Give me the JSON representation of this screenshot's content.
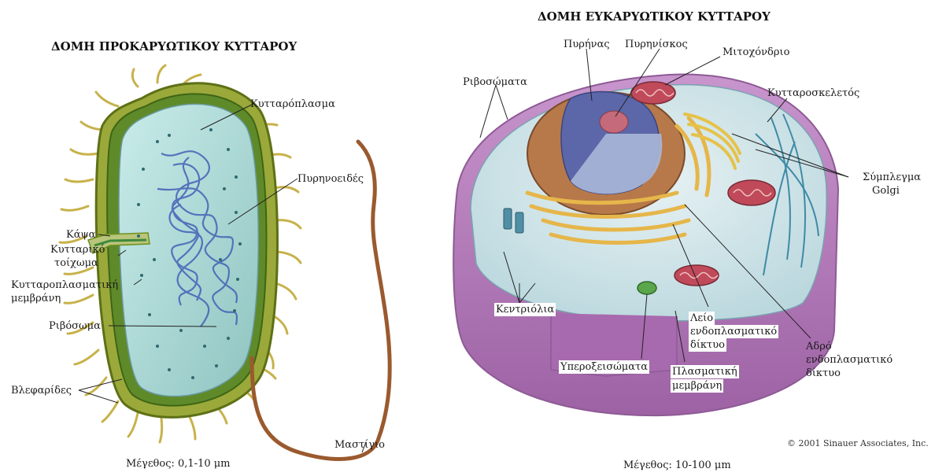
{
  "prokaryote": {
    "title": "ΔΟΜΗ ΠΡΟΚΑΡΥΩΤΙΚΟΥ ΚΥΤΤΑΡΟΥ",
    "labels": {
      "cytoplasm": "Κυτταρόπλασμα",
      "nucleoid": "Πυρηνοειδές",
      "capsule": "Κάψα",
      "cell_wall_1": "Κυτταρικό",
      "cell_wall_2": "τοίχωμα",
      "membrane_1": "Κυτταροπλασματική",
      "membrane_2": "μεμβράνη",
      "ribosome": "Ριβόσωμα",
      "pili": "Βλεφαρίδες",
      "flagellum": "Μαστίγιο"
    },
    "size": "Μέγεθος: 0,1-10 μm"
  },
  "eukaryote": {
    "title": "ΔΟΜΗ ΕΥΚΑΡΥΩΤΙΚΟΥ ΚΥΤΤΑΡΟΥ",
    "labels": {
      "nucleus": "Πυρήνας",
      "nucleolus": "Πυρηνίσκος",
      "mitochondrion": "Μιτοχόνδριο",
      "ribosomes": "Ριβοσώματα",
      "cytoskeleton": "Κυτταροσκελετός",
      "golgi_1": "Σύμπλεγμα",
      "golgi_2": "Golgi",
      "centrioles": "Κεντριόλια",
      "smooth_er_1": "Λείο",
      "smooth_er_2": "ενδοπλασματικό",
      "smooth_er_3": "δίκτυο",
      "rough_er_1": "Αδρό",
      "rough_er_2": "ενδοπλασματικό",
      "rough_er_3": "δίκτυο",
      "peroxisomes": "Υπεροξεισώματα",
      "plasma_membrane_1": "Πλασματική",
      "plasma_membrane_2": "μεμβράνη"
    },
    "size": "Μέγεθος: 10-100 μm",
    "copyright": "© 2001 Sinauer Associates, Inc."
  },
  "colors": {
    "cytoplasm": "#a9d6d2",
    "dna": "#4a68b8",
    "wall": "#6f8f1f",
    "pili": "#c9b44a",
    "flagellum": "#9a5a2e",
    "purple": "#b07ab6",
    "nucleus": "#5b67a8",
    "er": "#e6b64a",
    "mito": "#c04a5a"
  }
}
